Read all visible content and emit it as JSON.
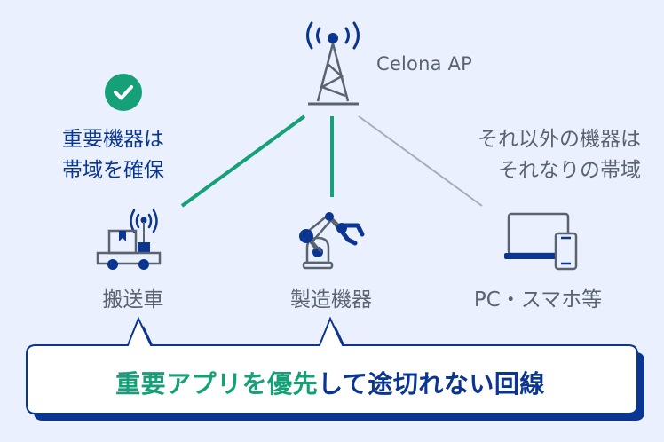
{
  "colors": {
    "background": "#eaf0fd",
    "navy": "#0a3591",
    "green": "#16a078",
    "gray_text": "#5a6470",
    "gray_line": "#a9adb4",
    "icon_gray": "#5a6470"
  },
  "access_point": {
    "icon": "radio-tower-icon",
    "label": "Celona AP"
  },
  "priority_note": {
    "icon": "check-circle-icon",
    "line1": "重要機器は",
    "line2": "帯域を確保"
  },
  "other_note": {
    "line1": "それ以外の機器は",
    "line2": "それなりの帯域"
  },
  "devices": [
    {
      "icon": "agv-cart-icon",
      "label": "搬送車",
      "priority": true
    },
    {
      "icon": "robot-arm-icon",
      "label": "製造機器",
      "priority": true
    },
    {
      "icon": "laptop-phone-icon",
      "label": "PC・スマホ等",
      "priority": false
    }
  ],
  "callout": {
    "highlight": "重要アプリを優先",
    "rest": "して途切れない回線"
  }
}
